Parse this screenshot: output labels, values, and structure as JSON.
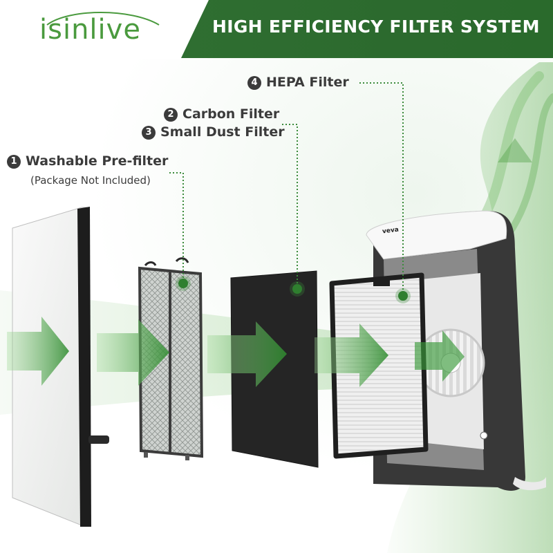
{
  "brand": {
    "name": "isinlive"
  },
  "header": {
    "title": "HIGH EFFICIENCY FILTER SYSTEM"
  },
  "filters": [
    {
      "number": "1",
      "name": "Washable Pre-filter",
      "note": "(Package Not Included)"
    },
    {
      "number": "2",
      "name": "Carbon Filter"
    },
    {
      "number": "3",
      "name": "Small Dust Filter"
    },
    {
      "number": "4",
      "name": "HEPA Filter"
    }
  ],
  "device": {
    "logo": "veva"
  },
  "colors": {
    "accent": "#2f6e31",
    "brand": "#4a9a3e",
    "dot": "#3a8a3a",
    "text": "#3b3b3b"
  },
  "icons": [
    "airflow-arrow-icon",
    "callout-dot-icon"
  ]
}
